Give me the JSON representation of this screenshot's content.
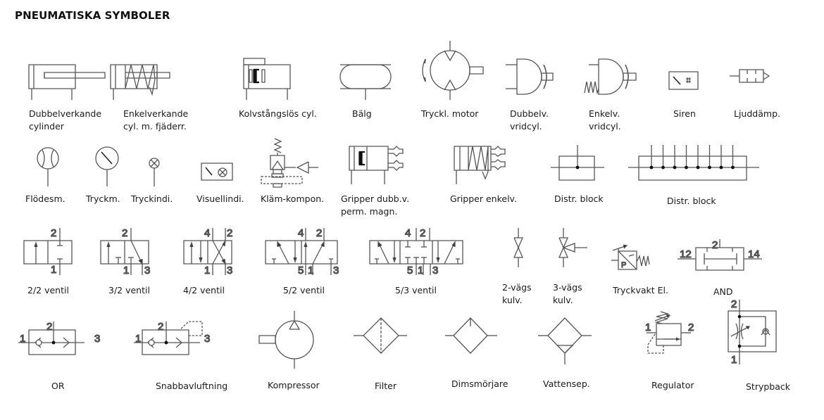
{
  "title": "PNEUMATISKA SYMBOLER",
  "line_color": "#555555",
  "symbols": [
    {
      "id": "dubbelverkande-cylinder",
      "label_lines": [
        "Dubbelverkande",
        "cylinder"
      ]
    },
    {
      "id": "enkelverkande-cylinder",
      "label_lines": [
        "Enkelverkande",
        "cyl. m. fjäderr."
      ]
    },
    {
      "id": "kolvstangslos-cylinder",
      "label_lines": [
        "Kolvstångslös cyl."
      ]
    },
    {
      "id": "balg",
      "label_lines": [
        "Bälg"
      ]
    },
    {
      "id": "tryckluftsmotor",
      "label_lines": [
        "Tryckl. motor"
      ]
    },
    {
      "id": "dubbelverkande-vridcylinder",
      "label_lines": [
        "Dubbelv.",
        "vridcyl."
      ]
    },
    {
      "id": "enkelverkande-vridcylinder",
      "label_lines": [
        "Enkelv.",
        "vridcyl."
      ]
    },
    {
      "id": "siren",
      "label_lines": [
        "Siren"
      ]
    },
    {
      "id": "ljuddampare",
      "label_lines": [
        "Ljuddämp."
      ]
    },
    {
      "id": "flodesmatare",
      "label_lines": [
        "Flödesm."
      ]
    },
    {
      "id": "tryckmatare",
      "label_lines": [
        "Tryckm."
      ]
    },
    {
      "id": "tryckindikator",
      "label_lines": [
        "Tryckindi."
      ]
    },
    {
      "id": "visuell-indikator",
      "label_lines": [
        "Visuellindi."
      ]
    },
    {
      "id": "klam-komponent",
      "label_lines": [
        "Kläm-kompon."
      ]
    },
    {
      "id": "gripper-dubbelverkande",
      "label_lines": [
        "Gripper dubb.v.",
        "perm. magn."
      ]
    },
    {
      "id": "gripper-enkelverkande",
      "label_lines": [
        "Gripper enkelv."
      ]
    },
    {
      "id": "distributionsblock-1",
      "label_lines": [
        "Distr. block"
      ]
    },
    {
      "id": "distributionsblock-8",
      "label_lines": [
        "Distr. block"
      ]
    },
    {
      "id": "ventil-2-2",
      "label_lines": [
        "2/2 ventil"
      ],
      "ports": [
        "2",
        "1"
      ]
    },
    {
      "id": "ventil-3-2",
      "label_lines": [
        "3/2 ventil"
      ],
      "ports": [
        "2",
        "1",
        "3"
      ]
    },
    {
      "id": "ventil-4-2",
      "label_lines": [
        "4/2 ventil"
      ],
      "ports": [
        "4",
        "2",
        "1",
        "3"
      ]
    },
    {
      "id": "ventil-5-2",
      "label_lines": [
        "5/2 ventil"
      ],
      "ports": [
        "4",
        "2",
        "5",
        "1",
        "3"
      ]
    },
    {
      "id": "ventil-5-3",
      "label_lines": [
        "5/3 ventil"
      ],
      "ports": [
        "4",
        "2",
        "5",
        "1",
        "3"
      ]
    },
    {
      "id": "kulventil-2-vags",
      "label_lines": [
        "2-vägs",
        "kulv."
      ]
    },
    {
      "id": "kulventil-3-vags",
      "label_lines": [
        "3-vägs",
        "kulv."
      ]
    },
    {
      "id": "tryckvakt-el",
      "label_lines": [
        "Tryckvakt El."
      ],
      "inner_text": "P"
    },
    {
      "id": "and-ventil",
      "label_lines": [
        "AND"
      ],
      "ports": [
        "2",
        "12",
        "14"
      ]
    },
    {
      "id": "or-ventil",
      "label_lines": [
        "OR"
      ],
      "ports": [
        "1",
        "2",
        "3"
      ]
    },
    {
      "id": "snabbavluftning",
      "label_lines": [
        "Snabbavluftning"
      ],
      "ports": [
        "1",
        "2",
        "3"
      ]
    },
    {
      "id": "kompressor",
      "label_lines": [
        "Kompressor"
      ]
    },
    {
      "id": "filter",
      "label_lines": [
        "Filter"
      ]
    },
    {
      "id": "dimsmorjare",
      "label_lines": [
        "Dimsmörjare"
      ]
    },
    {
      "id": "vattenseparator",
      "label_lines": [
        "Vattensep."
      ]
    },
    {
      "id": "regulator",
      "label_lines": [
        "Regulator"
      ],
      "ports": [
        "1",
        "2"
      ]
    },
    {
      "id": "strypback",
      "label_lines": [
        "Strypback"
      ],
      "ports": [
        "2",
        "1"
      ]
    }
  ]
}
